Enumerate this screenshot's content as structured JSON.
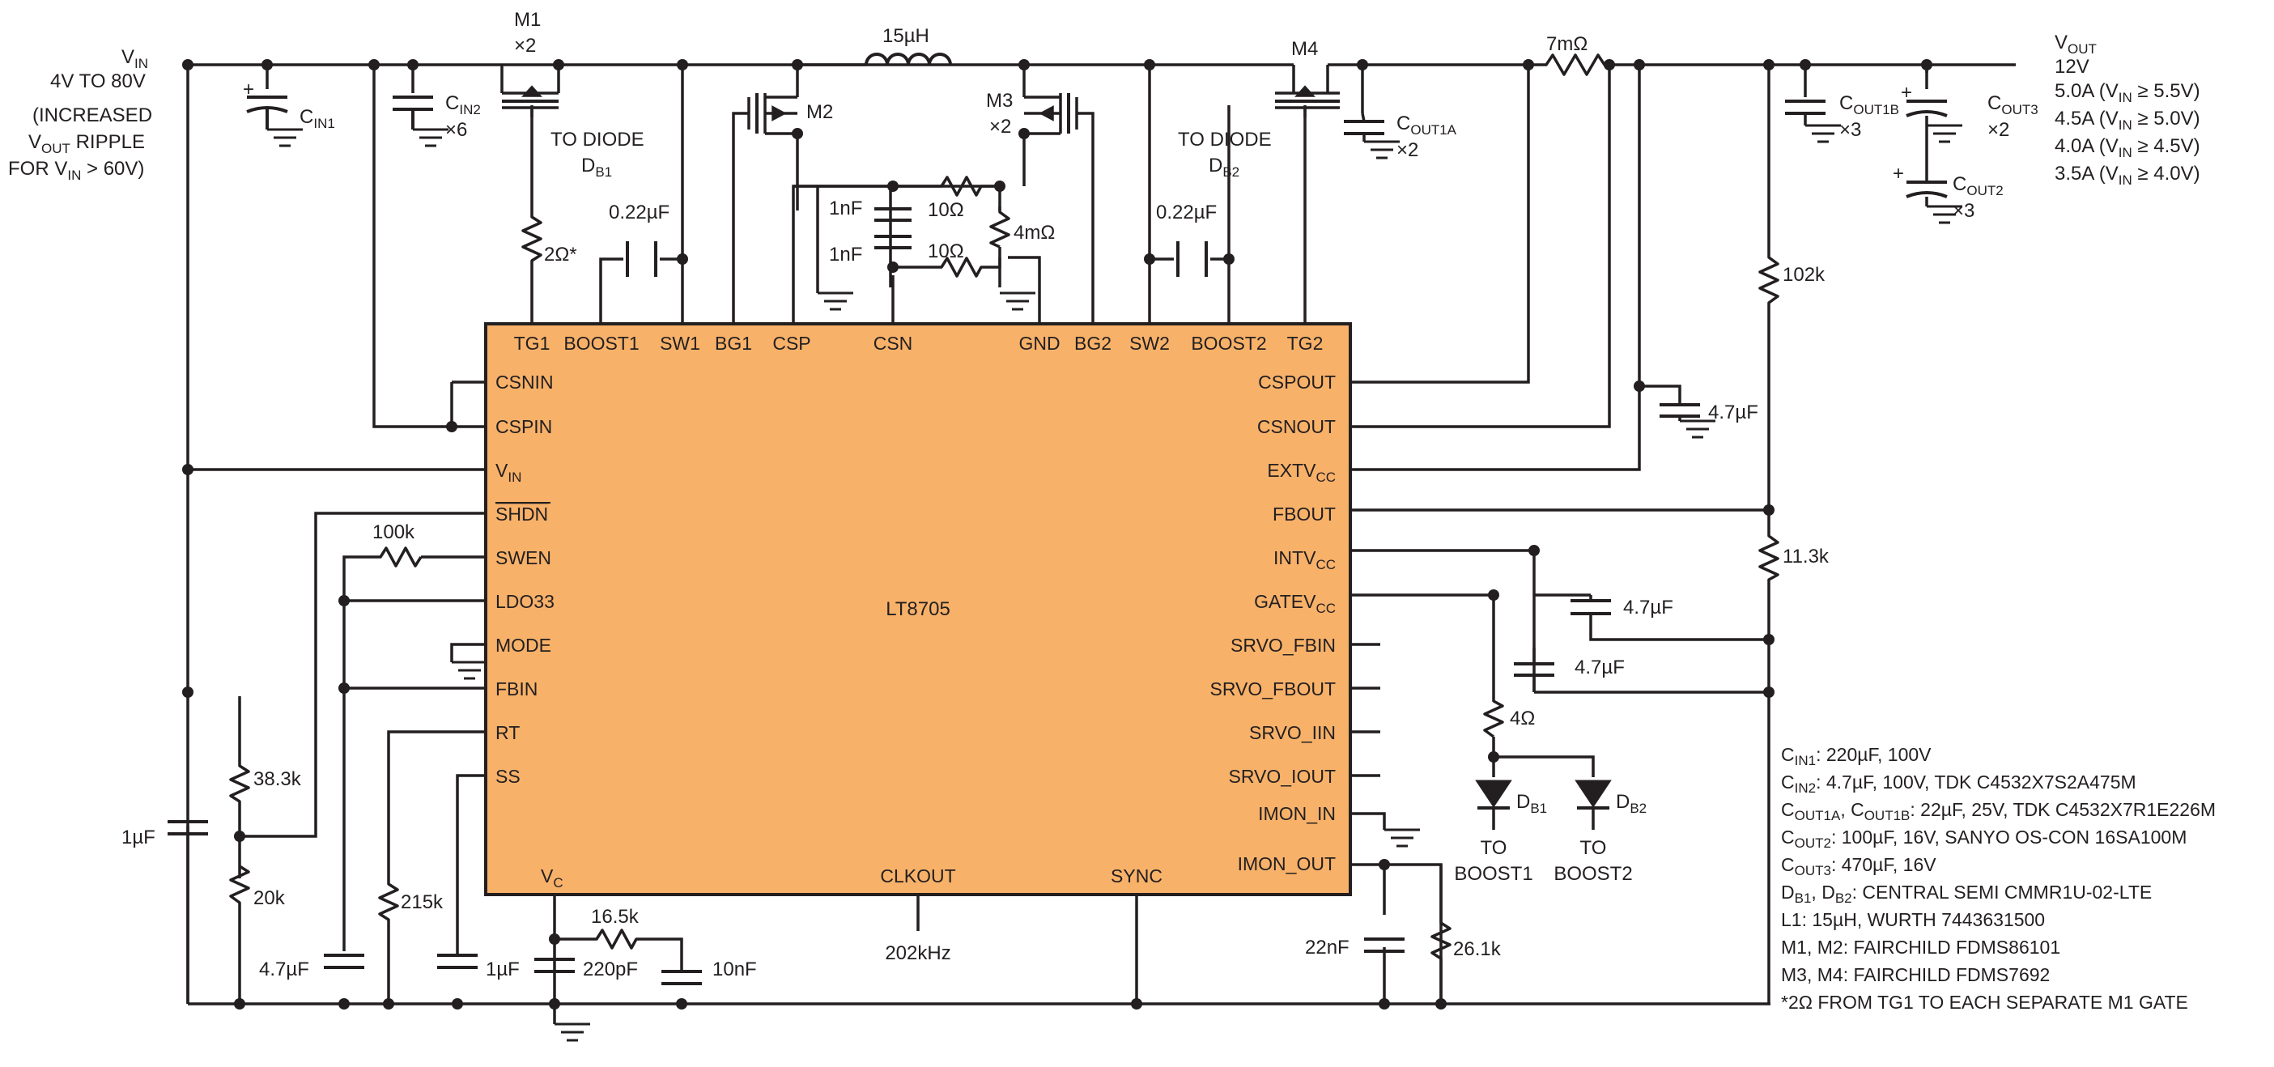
{
  "ic": {
    "name": "LT8705",
    "fill": "#f7b169",
    "stroke": "#231f20"
  },
  "pins_top": [
    "TG1",
    "BOOST1",
    "SW1",
    "BG1",
    "CSP",
    "CSN",
    "GND",
    "BG2",
    "SW2",
    "BOOST2",
    "TG2"
  ],
  "pins_left": {
    "csnin": "CSNIN",
    "cspin": "CSPIN",
    "vin_main": "V",
    "vin_sub": "IN",
    "shdn": "SHDN",
    "swen": "SWEN",
    "ldo33": "LDO33",
    "mode": "MODE",
    "fbin": "FBIN",
    "rt": "RT",
    "ss": "SS"
  },
  "pins_right": {
    "cspout": "CSPOUT",
    "csnout": "CSNOUT",
    "extvcc_main": "EXTV",
    "extvcc_sub": "CC",
    "fbout": "FBOUT",
    "intvcc_main": "INTV",
    "intvcc_sub": "CC",
    "gatevcc_main": "GATEV",
    "gatevcc_sub": "CC",
    "srvo_fbin": "SRVO_FBIN",
    "srvo_fbout": "SRVO_FBOUT",
    "srvo_iin": "SRVO_IIN",
    "srvo_iout": "SRVO_IOUT",
    "imon_in": "IMON_IN",
    "imon_out": "IMON_OUT"
  },
  "pins_bottom": {
    "vc_main": "V",
    "vc_sub": "C",
    "clkout": "CLKOUT",
    "sync": "SYNC"
  },
  "input": {
    "vin_main": "V",
    "vin_sub": "IN",
    "range": "4V TO 80V",
    "note1": "(INCREASED",
    "note2_main": "V",
    "note2_sub": "OUT",
    "note2_rest": " RIPPLE",
    "note3_a": "FOR V",
    "note3_sub": "IN",
    "note3_b": " > 60V)"
  },
  "output": {
    "vout_main": "V",
    "vout_sub": "OUT",
    "voltage": "12V",
    "current": [
      {
        "amp": "5.0A (V",
        "sub": "IN",
        "cond": " ≥ 5.5V)"
      },
      {
        "amp": "4.5A (V",
        "sub": "IN",
        "cond": " ≥ 5.0V)"
      },
      {
        "amp": "4.0A (V",
        "sub": "IN",
        "cond": " ≥ 4.5V)"
      },
      {
        "amp": "3.5A (V",
        "sub": "IN",
        "cond": " ≥ 4.0V)"
      }
    ]
  },
  "components": {
    "m1": "M1",
    "m1_mult": "×2",
    "m2": "M2",
    "m3": "M3",
    "m3_mult": "×2",
    "m4": "M4",
    "inductor": "15µH",
    "rsense_out": "7mΩ",
    "rsense_l": "4mΩ",
    "to_diode1": "TO DIODE",
    "db1_main": "D",
    "db1_sub": "B1",
    "to_diode2": "TO DIODE",
    "db2_main": "D",
    "db2_sub": "B2",
    "r_gate": "2Ω*",
    "c_boost1": "0.22µF",
    "c_boost2": "0.22µF",
    "cin1_main": "C",
    "cin1_sub": "IN1",
    "cin2_main": "C",
    "cin2_sub": "IN2",
    "cin2_mult": "×6",
    "cout1a_main": "C",
    "cout1a_sub": "OUT1A",
    "cout1a_mult": "×2",
    "cout1b_main": "C",
    "cout1b_sub": "OUT1B",
    "cout1b_mult": "×3",
    "cout3_main": "C",
    "cout3_sub": "OUT3",
    "cout3_mult": "×2",
    "cout2_main": "C",
    "cout2_sub": "OUT2",
    "cout2_mult": "×3",
    "c_csp1": "1nF",
    "c_csp2": "1nF",
    "r_csp1": "10Ω",
    "r_csp2": "10Ω",
    "r_fb_top": "102k",
    "r_fb_bot": "11.3k",
    "c_extvcc": "4.7µF",
    "c_intvcc": "4.7µF",
    "c_gatevcc": "4.7µF",
    "r_boost": "4Ω",
    "db1_lbl_main": "D",
    "db1_lbl_sub": "B1",
    "db2_lbl_main": "D",
    "db2_lbl_sub": "B2",
    "to_boost1_a": "TO",
    "to_boost1_b": "BOOST1",
    "to_boost2_a": "TO",
    "to_boost2_b": "BOOST2",
    "r_swen": "100k",
    "r_shdn_top": "38.3k",
    "r_shdn_bot": "20k",
    "c_vin": "1µF",
    "c_ldo": "4.7µF",
    "r_rt": "215k",
    "c_ss": "1µF",
    "r_vc": "16.5k",
    "c_vc1": "220pF",
    "c_vc2": "10nF",
    "clk": "202kHz",
    "c_imon": "22nF",
    "r_imon": "26.1k"
  },
  "bom": [
    {
      "key": "C",
      "sub": "IN1",
      "value": ": 220µF, 100V"
    },
    {
      "key": "C",
      "sub": "IN2",
      "value": ": 4.7µF, 100V, TDK C4532X7S2A475M"
    },
    {
      "key": "C",
      "sub": "OUT1A",
      "mid": ", C",
      "sub2": "OUT1B",
      "value": ": 22µF, 25V, TDK C4532X7R1E226M"
    },
    {
      "key": "C",
      "sub": "OUT2",
      "value": ": 100µF, 16V, SANYO OS-CON 16SA100M"
    },
    {
      "key": "C",
      "sub": "OUT3",
      "value": ": 470µF, 16V"
    },
    {
      "key": "D",
      "sub": "B1",
      "mid": ", D",
      "sub2": "B2",
      "value": ": CENTRAL SEMI CMMR1U-02-LTE"
    },
    {
      "key": "L1",
      "value": ": 15µH, WURTH 7443631500"
    },
    {
      "key": "M1, M2",
      "value": ": FAIRCHILD FDMS86101"
    },
    {
      "key": "M3, M4",
      "value": ": FAIRCHILD FDMS7692"
    },
    {
      "key": "*2Ω FROM TG1 TO EACH SEPARATE M1 GATE",
      "value": ""
    }
  ],
  "colors": {
    "wire": "#231f20",
    "ic_fill": "#f7b169"
  }
}
